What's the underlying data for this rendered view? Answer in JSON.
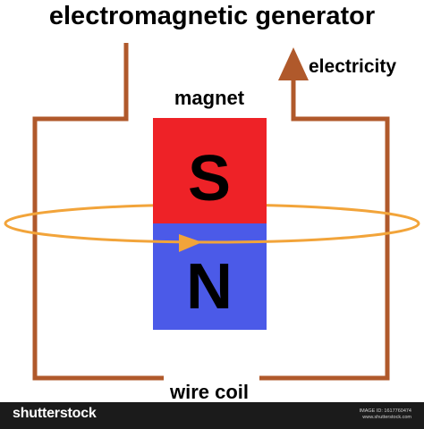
{
  "diagram": {
    "title": "electromagnetic generator",
    "label_electricity": "electricity",
    "label_magnet": "magnet",
    "label_wire_coil": "wire coil",
    "pole_s": "S",
    "pole_n": "N"
  },
  "footer": {
    "brand": "shutterstock",
    "image_id": "IMAGE ID: 1617760474",
    "site": "www.shutterstock.com"
  },
  "colors": {
    "wire": "#b0592b",
    "coil": "#f2a43a",
    "pole_s": "#ee2227",
    "pole_n": "#4b5ae8",
    "text": "#000000",
    "footer_bg": "#1b1b1b"
  }
}
